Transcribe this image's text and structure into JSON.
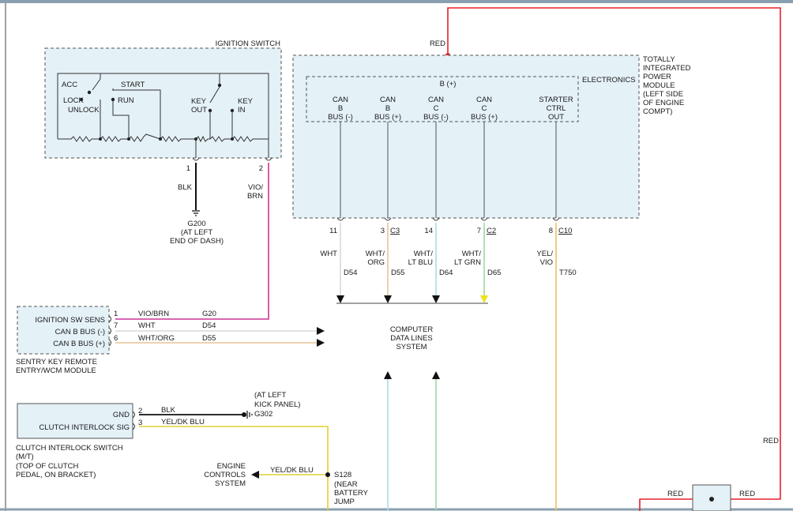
{
  "ignition_switch": {
    "title": "IGNITION SWITCH",
    "acc": "ACC",
    "lock": "LOCK",
    "unlock": "UNLOCK",
    "start": "START",
    "run": "RUN",
    "key_out": [
      "KEY",
      "OUT"
    ],
    "key_in": [
      "KEY",
      "IN"
    ],
    "pin1": "1",
    "pin2": "2"
  },
  "ground_g200": {
    "wire": "BLK",
    "id": "G200",
    "location": [
      "(AT LEFT",
      "END OF DASH)"
    ]
  },
  "vio_brn_label": [
    "VIO/",
    "BRN"
  ],
  "tipm": {
    "title": [
      "TOTALLY",
      "INTEGRATED",
      "POWER",
      "MODULE",
      "(LEFT SIDE",
      "OF ENGINE",
      "COMPT)"
    ],
    "electronics": "ELECTRONICS",
    "b_plus": "B (+)",
    "outputs": [
      {
        "lines": [
          "CAN",
          "B",
          "BUS (-)"
        ],
        "pin": "11",
        "conn": "",
        "wire": [
          "WHT"
        ],
        "circuit": "D54"
      },
      {
        "lines": [
          "CAN",
          "B",
          "BUS (+)"
        ],
        "pin": "3",
        "conn": "C3",
        "wire": [
          "WHT/",
          "ORG"
        ],
        "circuit": "D55"
      },
      {
        "lines": [
          "CAN",
          "C",
          "BUS (-)"
        ],
        "pin": "14",
        "conn": "",
        "wire": [
          "WHT/",
          "LT BLU"
        ],
        "circuit": "D64"
      },
      {
        "lines": [
          "CAN",
          "C",
          "BUS (+)"
        ],
        "pin": "7",
        "conn": "C2",
        "wire": [
          "WHT/",
          "LT GRN"
        ],
        "circuit": "D65"
      },
      {
        "lines": [
          "STARTER",
          "CTRL",
          "OUT"
        ],
        "pin": "8",
        "conn": "C10",
        "wire": [
          "YEL/",
          "VIO"
        ],
        "circuit": "T750"
      }
    ]
  },
  "power": {
    "red_top": "RED",
    "red_right": "RED",
    "red_bottom_left": "RED",
    "red_bottom_right": "RED"
  },
  "sentry_module": {
    "title": [
      "SENTRY KEY REMOTE",
      "ENTRY/WCM MODULE"
    ],
    "rows": [
      {
        "label": "IGNITION SW SENS",
        "pin": "1",
        "wire": "VIO/BRN",
        "circuit": "G20"
      },
      {
        "label": "CAN B BUS (-)",
        "pin": "7",
        "wire": "WHT",
        "circuit": "D54"
      },
      {
        "label": "CAN B BUS (+)",
        "pin": "6",
        "wire": "WHT/ORG",
        "circuit": "D55"
      }
    ]
  },
  "data_lines": [
    "COMPUTER",
    "DATA LINES",
    "SYSTEM"
  ],
  "clutch_switch": {
    "title": [
      "CLUTCH INTERLOCK SWITCH",
      "(M/T)",
      "(TOP OF CLUTCH",
      "PEDAL, ON BRACKET)"
    ],
    "rows": [
      {
        "label": "GND",
        "pin": "2",
        "wire": "BLK"
      },
      {
        "label": "CLUTCH INTERLOCK SIG",
        "pin": "3",
        "wire": "YEL/DK BLU"
      }
    ]
  },
  "ground_g302": {
    "id": "G302",
    "location": [
      "(AT LEFT",
      "KICK PANEL)"
    ]
  },
  "splice_s128": {
    "id": "S128",
    "location": [
      "(NEAR",
      "BATTERY",
      "JUMP"
    ]
  },
  "engine_controls": {
    "lines": [
      "ENGINE",
      "CONTROLS",
      "SYSTEM"
    ],
    "wire": "YEL/DK BLU"
  },
  "colors": {
    "red": "#e8202a",
    "vio_brn": "#cc3399",
    "wht": "#d8d8d8",
    "wht_org": "#e6c49a",
    "wht_lt_blu": "#a8dce8",
    "wht_lt_grn": "#9ed89e",
    "yel_vio": "#f2c060",
    "yel_dk_blu": "#e0d030",
    "module_fill": "#e4f1f7"
  }
}
